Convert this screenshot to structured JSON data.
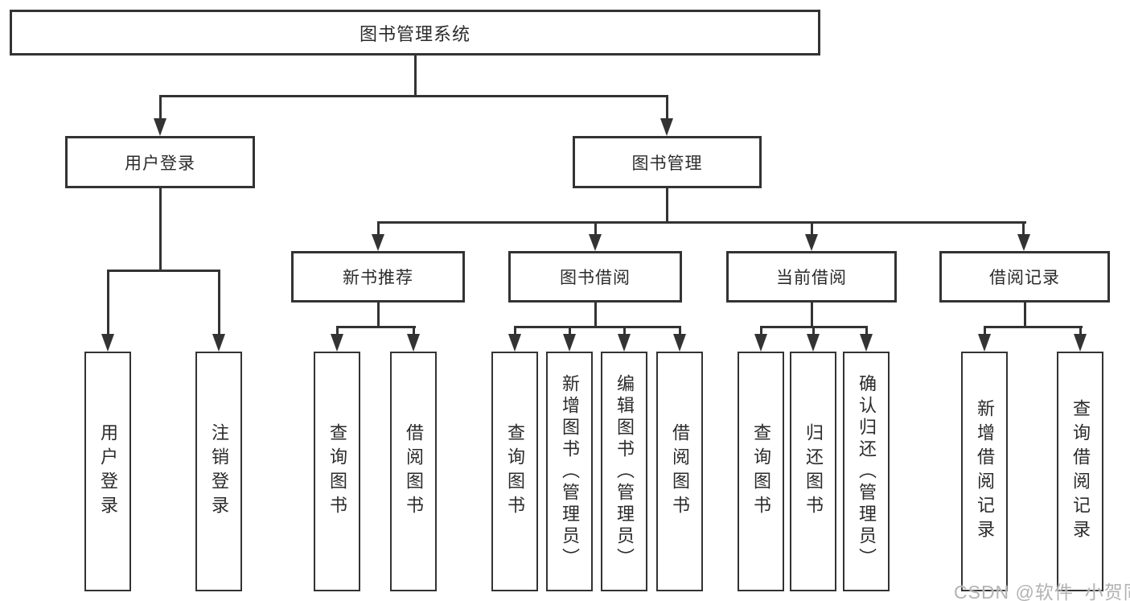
{
  "diagram": {
    "type": "hierarchy",
    "title": "图书管理系统",
    "hierarchy": {
      "图书管理系统": {
        "用户登录": [
          "用户登录",
          "注销登录"
        ],
        "图书管理": {
          "新书推荐": [
            "查询图书",
            "借阅图书"
          ],
          "图书借阅": [
            "查询图书",
            "新增图书（管理员）",
            "编辑图书（管理员）",
            "借阅图书"
          ],
          "当前借阅": [
            "查询图书",
            "归还图书",
            "确认归还（管理员）"
          ],
          "借阅记录": [
            "新增借阅记录",
            "查询借阅记录"
          ]
        }
      }
    }
  },
  "nodes": {
    "root": {
      "label": "图书管理系统"
    },
    "user_login": {
      "label": "用户登录"
    },
    "book_mgmt": {
      "label": "图书管理"
    },
    "new_book": {
      "label": "新书推荐"
    },
    "book_borrow": {
      "label": "图书借阅"
    },
    "current_borrow": {
      "label": "当前借阅"
    },
    "borrow_record": {
      "label": "借阅记录"
    },
    "leaf_user_login": {
      "label": "用户登录"
    },
    "leaf_logout": {
      "label": "注销登录"
    },
    "leaf_nb_query": {
      "label": "查询图书"
    },
    "leaf_nb_borrow": {
      "label": "借阅图书"
    },
    "leaf_bb_query": {
      "label": "查询图书"
    },
    "leaf_bb_add": {
      "label": "新增图书（管理员）"
    },
    "leaf_bb_edit": {
      "label": "编辑图书（管理员）"
    },
    "leaf_bb_borrow": {
      "label": "借阅图书"
    },
    "leaf_cb_query": {
      "label": "查询图书"
    },
    "leaf_cb_return": {
      "label": "归还图书"
    },
    "leaf_cb_confirm": {
      "label": "确认归还（管理员）"
    },
    "leaf_br_add": {
      "label": "新增借阅记录"
    },
    "leaf_br_query": {
      "label": "查询借阅记录"
    }
  },
  "watermark": {
    "text": "CSDN @软件_小贺同学"
  },
  "colors": {
    "line": "#333333",
    "box_background": "#ffffff",
    "text": "#2b2b2b",
    "watermark": "#b3b3b3",
    "page_background": "#ffffff"
  }
}
